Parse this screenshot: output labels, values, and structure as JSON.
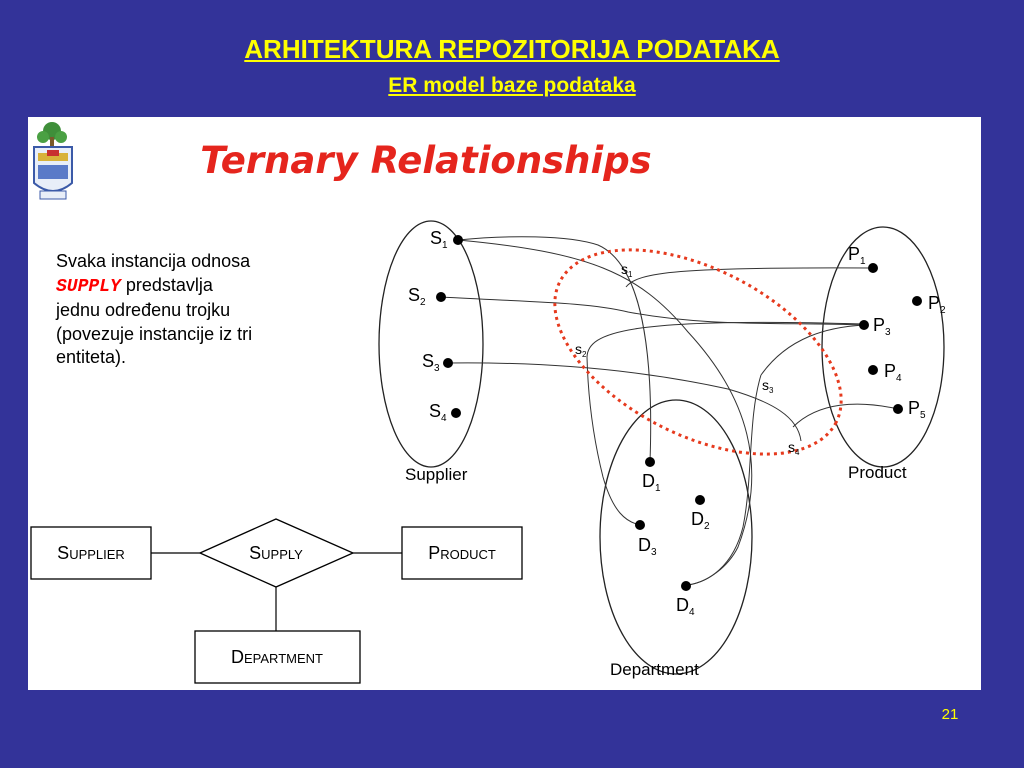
{
  "slide": {
    "title": "ARHITEKTURA REPOZITORIJA PODATAKA",
    "subtitle": "ER model baze podataka",
    "page_number": "21",
    "colors": {
      "background": "#333399",
      "title": "#ffff00",
      "highlight": "#ff0000",
      "dotted_oval": "#e63a1e"
    }
  },
  "description": {
    "line1": "Svaka instancija odnosa",
    "keyword": "SUPPLY",
    "rest1": " predstavlja",
    "line3": "jednu određenu trojku",
    "line4": "(povezuje instancije iz tri",
    "line5": "entiteta)."
  },
  "diagram": {
    "heading": "Ternary Relationships",
    "logo_icon": "university-crest-icon",
    "sets": {
      "supplier": "Supplier",
      "product": "Product",
      "department": "Department"
    },
    "suppliers": [
      {
        "id": "S1",
        "letter": "S",
        "sub": "1"
      },
      {
        "id": "S2",
        "letter": "S",
        "sub": "2"
      },
      {
        "id": "S3",
        "letter": "S",
        "sub": "3"
      },
      {
        "id": "S4",
        "letter": "S",
        "sub": "4"
      }
    ],
    "products": [
      {
        "id": "P1",
        "letter": "P",
        "sub": "1"
      },
      {
        "id": "P2",
        "letter": "P",
        "sub": "2"
      },
      {
        "id": "P3",
        "letter": "P",
        "sub": "3"
      },
      {
        "id": "P4",
        "letter": "P",
        "sub": "4"
      },
      {
        "id": "P5",
        "letter": "P",
        "sub": "5"
      }
    ],
    "departments": [
      {
        "id": "D1",
        "letter": "D",
        "sub": "1"
      },
      {
        "id": "D2",
        "letter": "D",
        "sub": "2"
      },
      {
        "id": "D3",
        "letter": "D",
        "sub": "3"
      },
      {
        "id": "D4",
        "letter": "D",
        "sub": "4"
      }
    ],
    "relationships": [
      {
        "id": "s1",
        "letter": "s",
        "sub": "1"
      },
      {
        "id": "s2",
        "letter": "s",
        "sub": "2"
      },
      {
        "id": "s3",
        "letter": "s",
        "sub": "3"
      },
      {
        "id": "s4",
        "letter": "s",
        "sub": "4"
      }
    ],
    "er": {
      "supplier": {
        "first": "S",
        "rest": "UPPLIER"
      },
      "supply": {
        "first": "S",
        "rest": "UPPLY"
      },
      "product": {
        "first": "P",
        "rest": "RODUCT"
      },
      "department": {
        "first": "D",
        "rest": "EPARTMENT"
      }
    }
  }
}
